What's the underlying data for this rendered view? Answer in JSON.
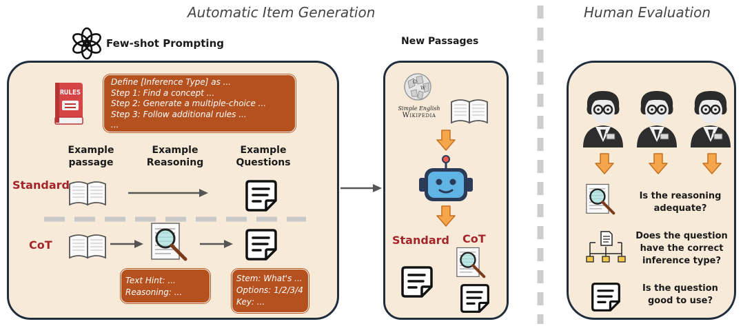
{
  "headers": {
    "automatic": "Automatic Item Generation",
    "human": "Human Evaluation"
  },
  "left": {
    "title": "Few-shot Prompting",
    "rules_icon_label": "RULES",
    "prompt_lines": [
      "Define [Inference Type] as ...",
      "Step 1: Find a concept ...",
      "Step 2: Generate a multiple-choice ...",
      "Step 3: Follow additional rules ...",
      "..."
    ],
    "columns": [
      {
        "line1": "Example",
        "line2": "passage"
      },
      {
        "line1": "Example",
        "line2": "Reasoning"
      },
      {
        "line1": "Example",
        "line2": "Questions"
      }
    ],
    "row_standard": "Standard",
    "row_cot": "CoT",
    "reasoning_box": [
      "Text Hint: ...",
      "Reasoning: ..."
    ],
    "question_box": [
      "Stem: What's ...",
      "Options: 1/2/3/4",
      "Key: ..."
    ]
  },
  "middle": {
    "title": "New Passages",
    "wiki_line1": "Simple English",
    "wiki_line2": "Wikipedia",
    "standard": "Standard",
    "cot": "CoT"
  },
  "right": {
    "q1": [
      "Is the reasoning",
      "adequate?"
    ],
    "q2": [
      "Does the question",
      "have the correct",
      "inference type?"
    ],
    "q3": [
      "Is the question",
      "good to use?"
    ]
  },
  "colors": {
    "panel_bg": "#f7ead8",
    "panel_border": "#1f2d3d",
    "prompt_box": "#b5501f",
    "arrow_orange": "#f5a54a",
    "label_red": "#a3262a",
    "divider_gray": "#cccccc"
  }
}
